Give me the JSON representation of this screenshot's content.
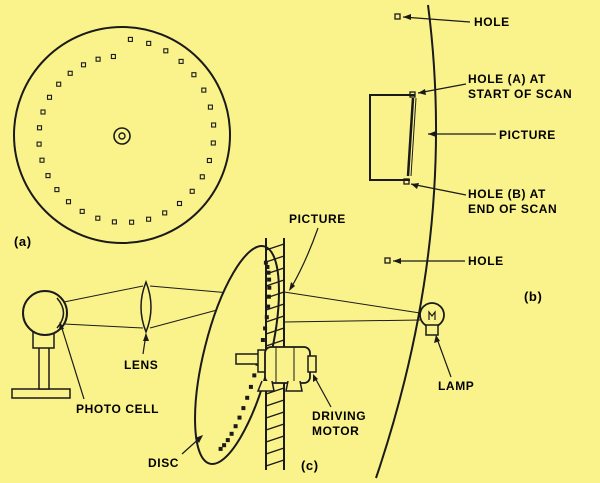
{
  "colors": {
    "background": "#faf28a",
    "ink": "#1a1a1a"
  },
  "panels": {
    "a": {
      "label": "(a)",
      "hole_count": 32
    },
    "b": {
      "label": "(b)",
      "hole_top": "HOLE",
      "hole_a_line1": "HOLE (A) AT",
      "hole_a_line2": "START OF SCAN",
      "picture": "PICTURE",
      "hole_b_line1": "HOLE (B) AT",
      "hole_b_line2": "END OF SCAN",
      "hole_bottom": "HOLE"
    },
    "c": {
      "label": "(c)",
      "picture": "PICTURE",
      "lens": "LENS",
      "lamp": "LAMP",
      "photo_cell": "PHOTO CELL",
      "disc": "DISC",
      "motor_line1": "DRIVING",
      "motor_line2": "MOTOR"
    }
  }
}
